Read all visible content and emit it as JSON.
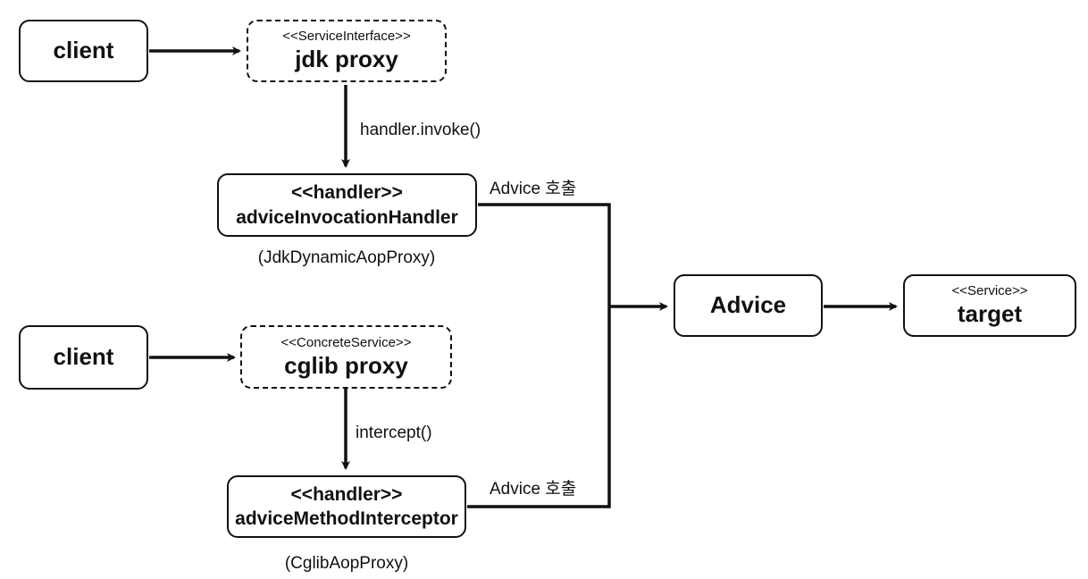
{
  "top_client": {
    "label": "client"
  },
  "jdk_proxy": {
    "stereotype": "<<ServiceInterface>>",
    "name": "jdk proxy"
  },
  "edge_handler_invoke": {
    "label": "handler.invoke()"
  },
  "invocation_handler": {
    "stereotype": "<<handler>>",
    "name": "adviceInvocationHandler",
    "caption": "(JdkDynamicAopProxy)"
  },
  "edge_advice_call_top": {
    "label": "Advice 호출"
  },
  "bottom_client": {
    "label": "client"
  },
  "cglib_proxy": {
    "stereotype": "<<ConcreteService>>",
    "name": "cglib proxy"
  },
  "edge_intercept": {
    "label": "intercept()"
  },
  "method_interceptor": {
    "stereotype": "<<handler>>",
    "name": "adviceMethodInterceptor",
    "caption": "(CglibAopProxy)"
  },
  "edge_advice_call_bottom": {
    "label": "Advice 호출"
  },
  "advice": {
    "label": "Advice"
  },
  "target": {
    "stereotype": "<<Service>>",
    "name": "target"
  },
  "colors": {
    "stroke": "#111111",
    "background": "#ffffff"
  }
}
